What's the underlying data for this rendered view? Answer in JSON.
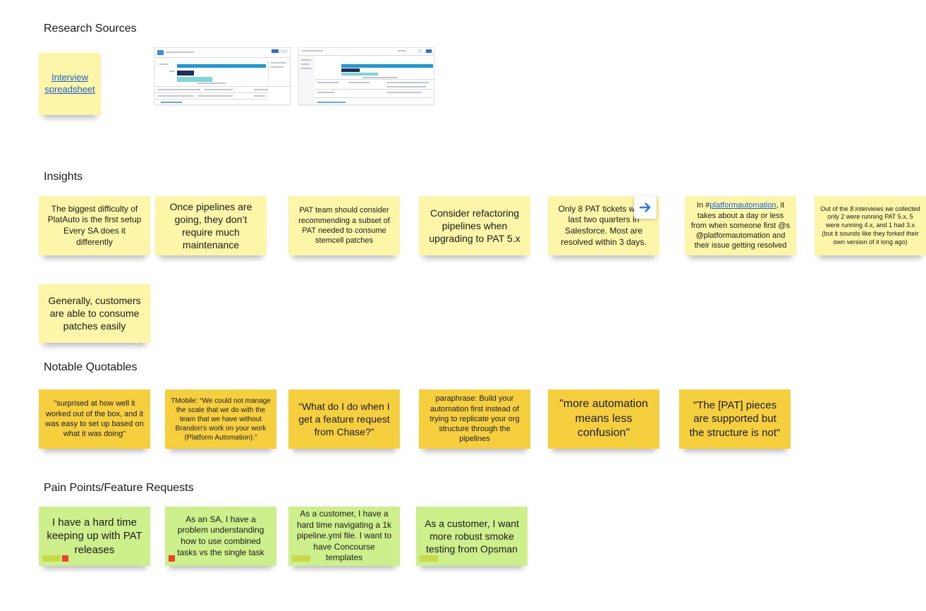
{
  "sections": {
    "research": "Research Sources",
    "insights": "Insights",
    "quotables": "Notable Quotables",
    "pain_points": "Pain Points/Feature Requests"
  },
  "research": {
    "link_text": "Interview spreadsheet"
  },
  "insights": [
    "The biggest difficulty of PlatAuto is the first setup Every SA does it differently",
    "Once pipelines are going, they don’t require much maintenance",
    "PAT team should consider recommending a subset of PAT needed to consume stemcell patches",
    "Consider refactoring pipelines when upgrading to PAT 5.x",
    "Only 8 PAT tickets w the last two quarters in Salesforce. Most are resolved within 3 days.",
    "Out of the 8 interviews we collected only 2 were running PAT 5.x, 5 were running 4.x, and 1 had 3.x (but it sounds like they forked their own version of it long ago)",
    "Generally, customers are able to consume patches easily"
  ],
  "insight_channel": {
    "prefix": "In #",
    "channel": "platformautomation",
    "suffix": ", it takes about a day or less from when someone first @s @platformautomation and their issue getting resolved"
  },
  "quotables": [
    "\"surprised at how well it worked out of the box, and it was easy to set up based on what it was doing\"",
    "TMobile: “We could not manage the scale that we do with the team that we have without Brandon's work on your work (Platform Automation).”",
    "“What do I do when I get a feature request from Chase?”",
    "paraphrase: Build your automation first instead of trying to replicate your org structure through the pipelines",
    "\"more automation means less confusion\"",
    "\"The [PAT] pieces are supported but the structure is not\""
  ],
  "pain_points": [
    "I have a hard time keeping up with PAT releases",
    "As an SA, I have a problem understanding how to use combined tasks vs the single task",
    "As a customer, I have a hard time navigating a 1k pipeline.yml file. I want to have Concourse templates",
    "As a customer, I want more robust smoke testing from Opsman"
  ],
  "icons": {
    "arrow": "arrow-right-icon"
  },
  "colors": {
    "pale_yellow": "#fdf6a8",
    "gold": "#f6cf3f",
    "green": "#cdef8c",
    "link": "#1a5fd1",
    "tag_red": "#e8452a",
    "tag_bar": "#c8d94a"
  }
}
